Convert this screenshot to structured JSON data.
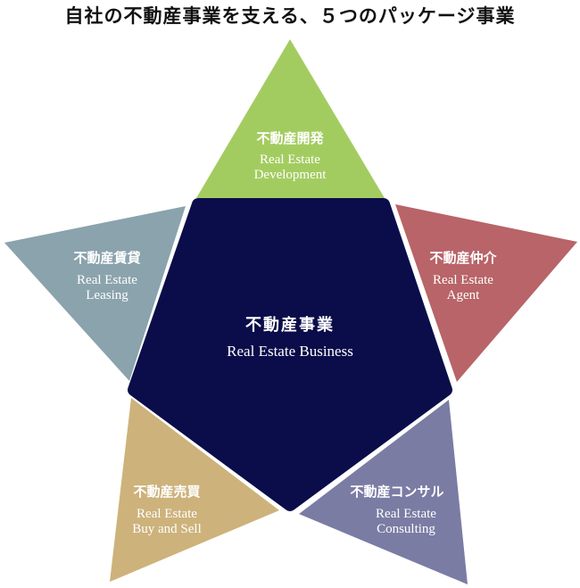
{
  "title": "自社の不動産事業を支える、５つのパッケージ事業",
  "center": {
    "jp": "不動産事業",
    "en": "Real Estate Business",
    "color": "#0b0d4a"
  },
  "packages": [
    {
      "jp": "不動産開発",
      "en1": "Real Estate",
      "en2": "Development",
      "color": "#a3cc60"
    },
    {
      "jp": "不動産仲介",
      "en1": "Real Estate",
      "en2": "Agent",
      "color": "#b86468"
    },
    {
      "jp": "不動産コンサル",
      "en1": "Real Estate",
      "en2": "Consulting",
      "color": "#7b7ca4"
    },
    {
      "jp": "不動産売買",
      "en1": "Real Estate",
      "en2": "Buy and Sell",
      "color": "#cdb27b"
    },
    {
      "jp": "不動産賃貸",
      "en1": "Real Estate",
      "en2": "Leasing",
      "color": "#8aa3ad"
    }
  ]
}
